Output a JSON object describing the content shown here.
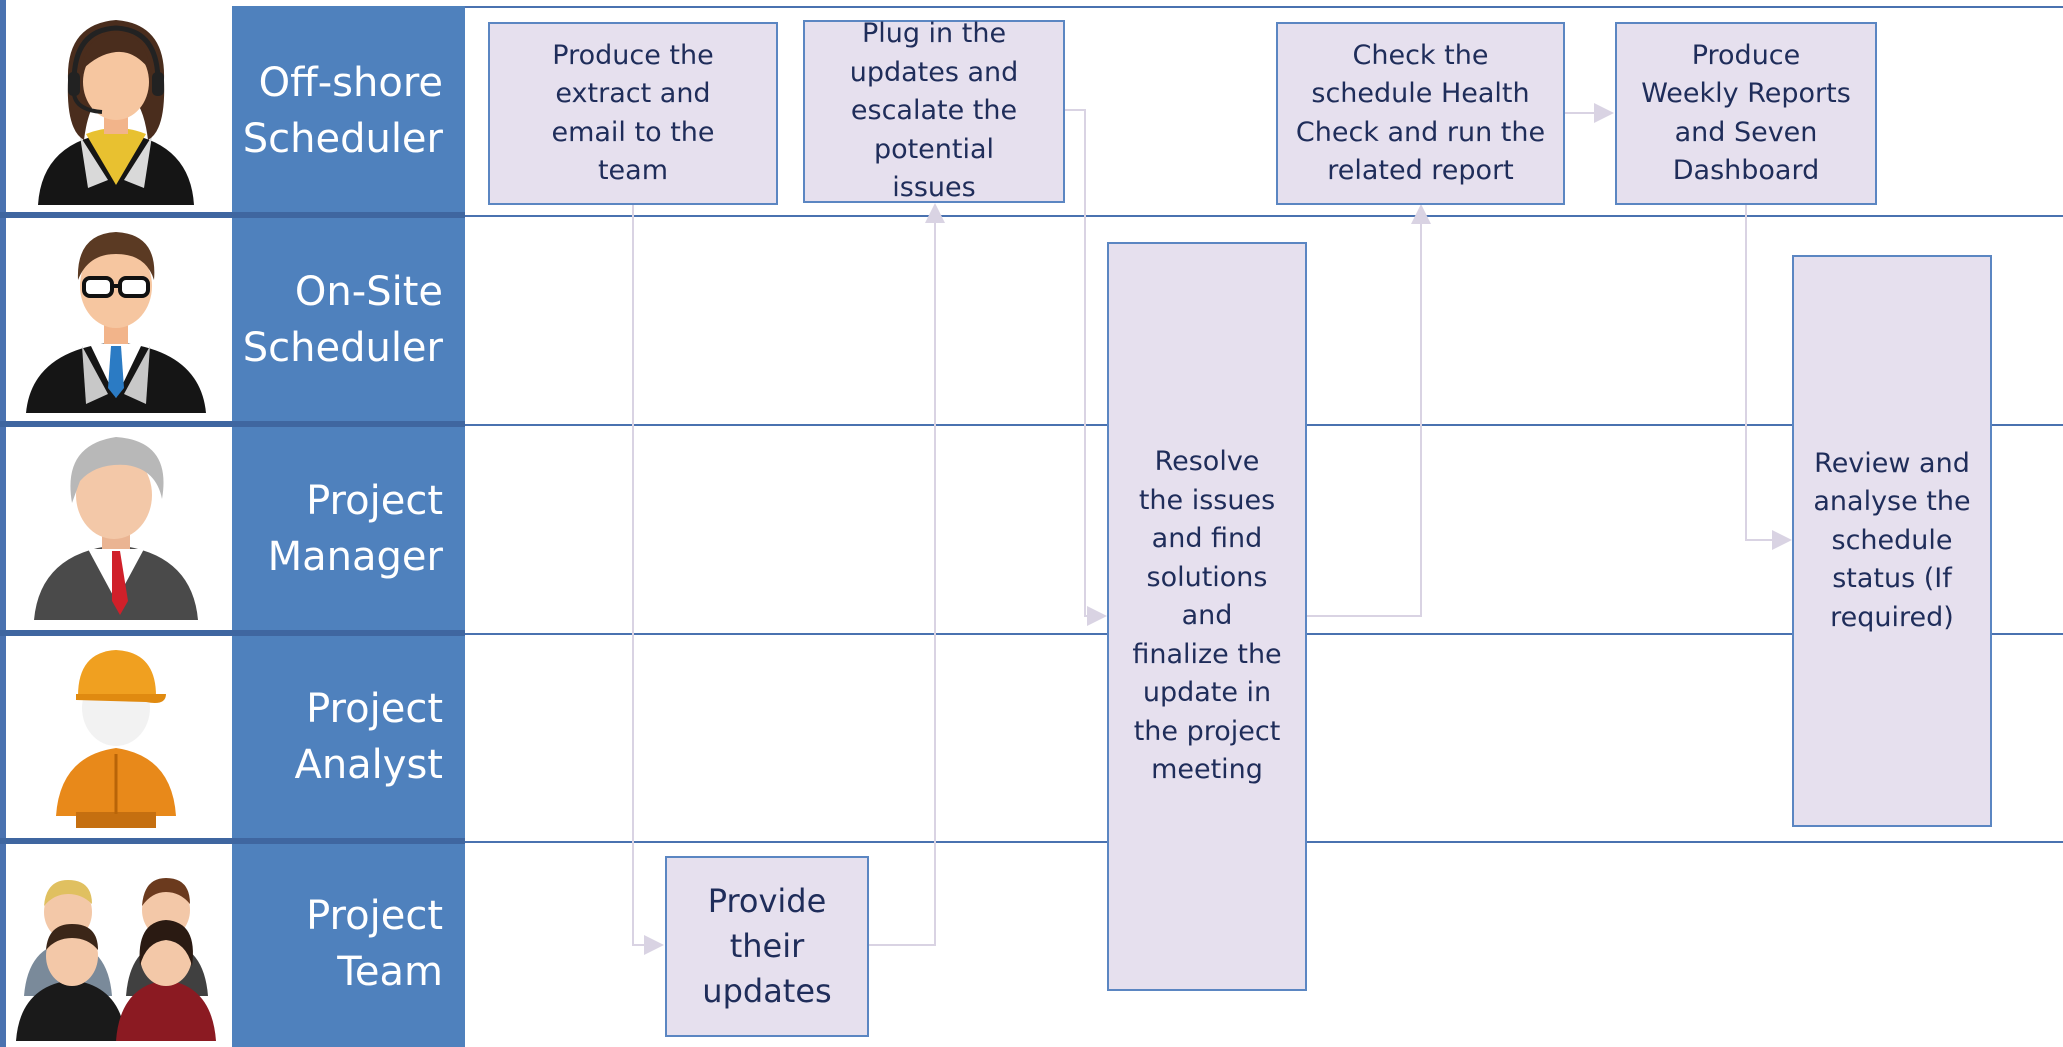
{
  "lanes": [
    {
      "label": "Off-shore\nScheduler"
    },
    {
      "label": "On-Site\nScheduler"
    },
    {
      "label": "Project\nManager"
    },
    {
      "label": "Project\nAnalyst"
    },
    {
      "label": "Project\nTeam"
    }
  ],
  "steps": {
    "produce_extract": "Produce the extract and email to the team",
    "plug_updates": "Plug in the updates and escalate the potential issues",
    "check_health": "Check the schedule Health Check and run the related report",
    "weekly_reports": "Produce Weekly Reports and Seven Dashboard",
    "resolve_issues": "Resolve the issues and find solutions and finalize the update in the project meeting",
    "review_status": "Review and analyse the schedule status (If required)",
    "provide_updates": "Provide their updates"
  },
  "colors": {
    "lane_header": "#4f81bd",
    "lane_line": "#4a72b0",
    "box_fill": "#e6e0ee",
    "box_border": "#5b86c2",
    "text": "#1f2d5a",
    "connector": "#d9d3e3"
  }
}
